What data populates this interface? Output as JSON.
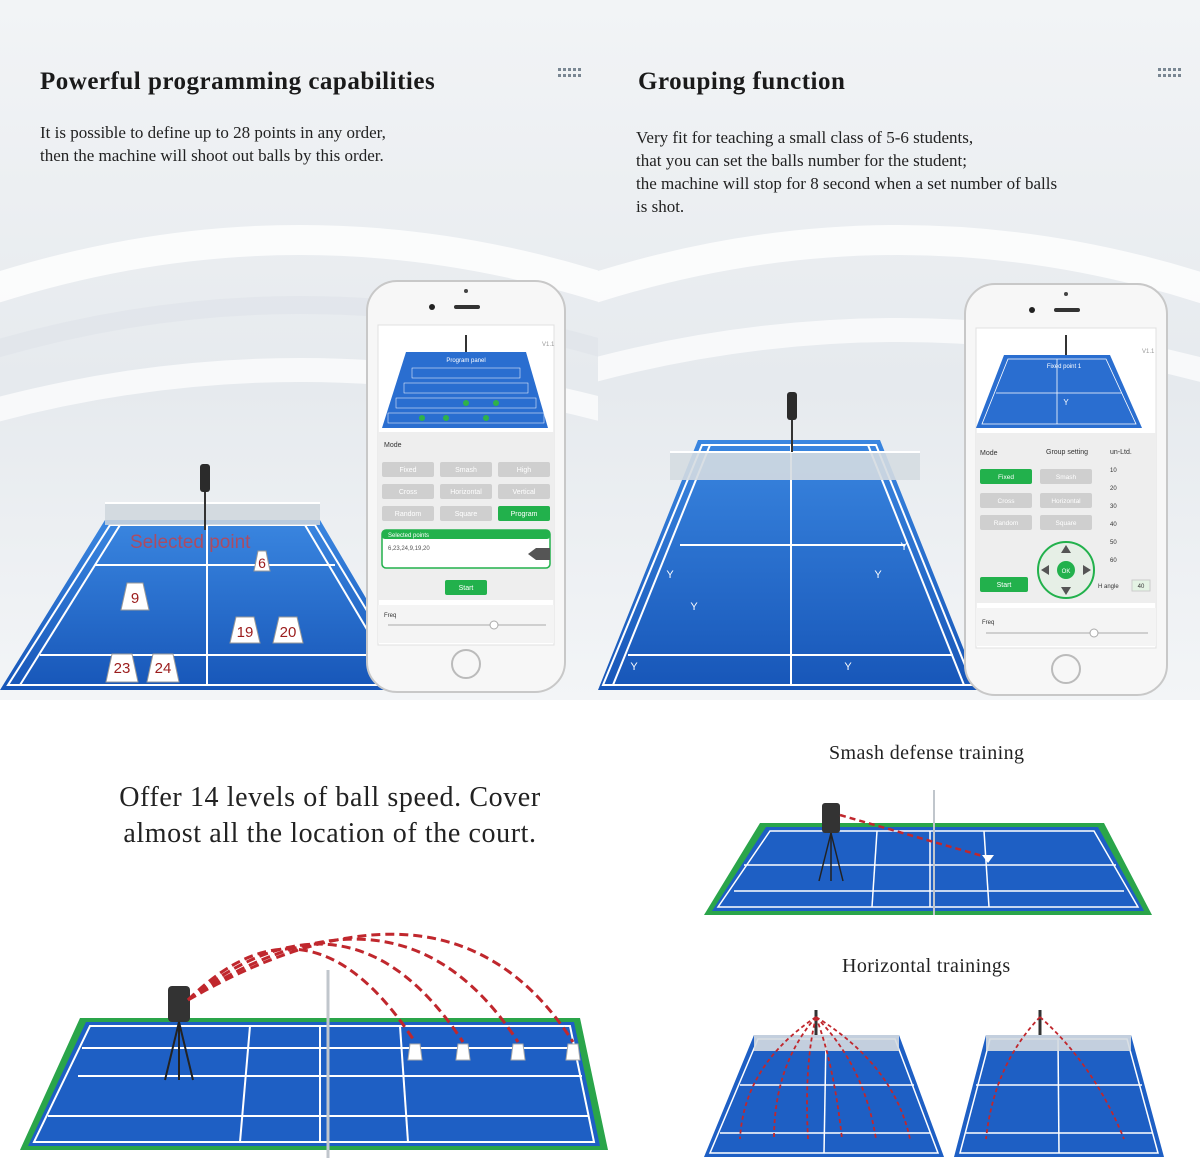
{
  "panels": {
    "program": {
      "title": "Powerful programming capabilities",
      "description": [
        "It is possible to define up to 28 points in any order,",
        "then the machine will shoot out balls by this order."
      ],
      "court_label": "Selected point",
      "shuttle_numbers": [
        "6",
        "9",
        "19",
        "20",
        "23",
        "24"
      ],
      "phone": {
        "version": "V1.1",
        "panel_title": "Program panel",
        "mode_label": "Mode",
        "buttons": [
          "Fixed",
          "Smash",
          "High",
          "Cross",
          "Horizontal",
          "Vertical",
          "Random",
          "Square",
          "Program"
        ],
        "active_button": "Program",
        "selected_label": "Selected points",
        "selected_value": "6,23,24,9,19,20",
        "start_label": "Start",
        "freq_label": "Freq"
      }
    },
    "group": {
      "title": "Grouping function",
      "description": [
        "Very fit for teaching a small class of 5-6 students,",
        "that you can set the balls number for the student;",
        "the machine will stop for 8 second when a set number of balls",
        " is shot."
      ],
      "phone": {
        "version": "V1.1",
        "panel_title": "Fixed point 1",
        "mode_label": "Mode",
        "group_label": "Group setting",
        "group_value": "un-Ltd.",
        "group_options": [
          "10",
          "20",
          "30",
          "40",
          "50",
          "60"
        ],
        "buttons": [
          "Fixed",
          "Smash",
          "Cross",
          "Horizontal",
          "Random",
          "Square"
        ],
        "active_button": "Fixed",
        "dpad_center": "OK",
        "start_label": "Start",
        "h_angle_label": "H angle",
        "h_angle_value": "40",
        "freq_label": "Freq"
      }
    }
  },
  "speed": {
    "lines": [
      "Offer 14 levels of ball speed. Cover",
      "almost all the location of the court."
    ]
  },
  "captions": {
    "smash": "Smash defense training",
    "horizontal": "Horizontal trainings"
  },
  "colors": {
    "court_blue": "#1e5fc4",
    "court_line": "#ffffff",
    "court_border_green": "#2aa54a",
    "app_green": "#22b14c",
    "trajectory_red": "#c0272d"
  }
}
